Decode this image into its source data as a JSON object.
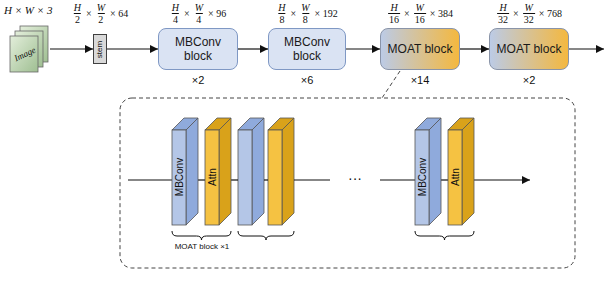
{
  "diagram": {
    "nodes": [
      {
        "text": [
          "Image"
        ]
      },
      {
        "text": [
          "stem"
        ]
      },
      {
        "text": [
          "MBConv block"
        ]
      },
      {
        "text": [
          "MBConv block"
        ]
      },
      {
        "text": [
          "MOAT block"
        ]
      },
      {
        "text": [
          "MOAT block"
        ]
      },
      {
        "text": [
          "MBConv"
        ]
      },
      {
        "text": [
          "Attn"
        ]
      },
      {
        "text": [
          "MBConv"
        ]
      },
      {
        "text": [
          "Attn"
        ]
      }
    ],
    "edges": [
      {
        "from": 0,
        "to": 1,
        "arrow": "to"
      },
      {
        "from": 1,
        "to": 2,
        "arrow": "to"
      },
      {
        "from": 2,
        "to": 3,
        "arrow": "to"
      },
      {
        "from": 3,
        "to": 4,
        "arrow": "to"
      },
      {
        "from": 4,
        "to": 5,
        "arrow": "to"
      }
    ],
    "labels": [
      "H × W × 3",
      "H",
      "2",
      "×",
      "W",
      "2",
      "× 64",
      "H",
      "4",
      "×",
      "W",
      "4",
      "× 96",
      "H",
      "8",
      "×",
      "W",
      "8",
      "× 192",
      "H",
      "16",
      "×",
      "W",
      "16",
      "× 384",
      "H",
      "32",
      "×",
      "W",
      "32",
      "× 768",
      "×2",
      "×6",
      "×14",
      "×2",
      "···",
      "MOAT block ×1"
    ]
  }
}
